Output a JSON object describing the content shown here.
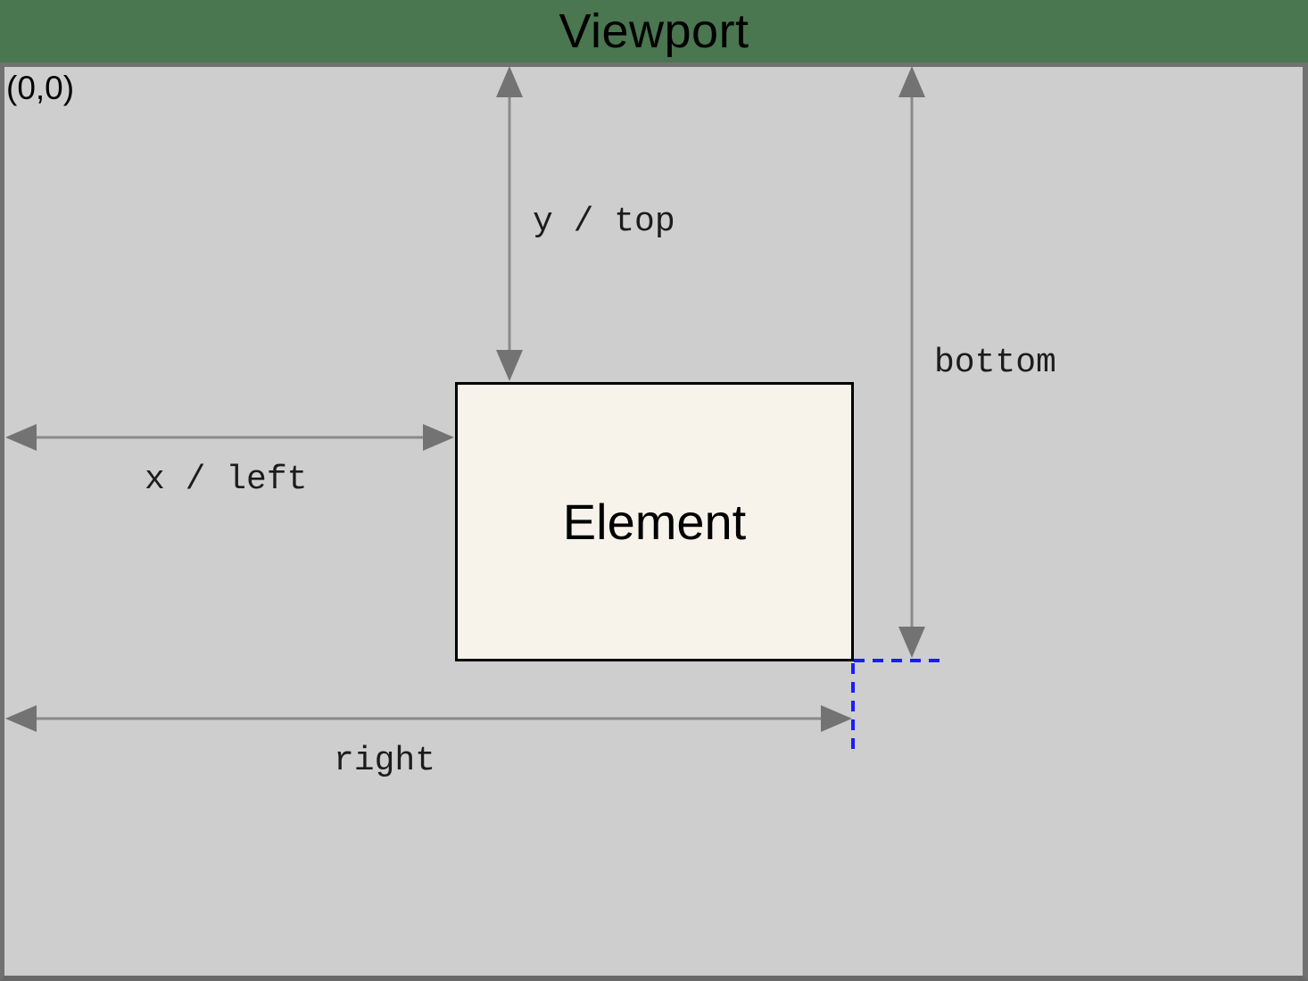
{
  "title": "Viewport",
  "origin_label": "(0,0)",
  "element": {
    "label": "Element"
  },
  "measurements": {
    "y_top": "y / top",
    "x_left": "x / left",
    "bottom": "bottom",
    "right": "right"
  },
  "colors": {
    "page_green": "#4a7650",
    "viewport_gray": "#cecece",
    "viewport_border": "#717171",
    "viewport_border_bottom": "#686868",
    "arrow_line": "#8a8a8a",
    "arrow_head": "#737373",
    "element_fill": "#f7f3ea",
    "element_border": "#000000",
    "guide_blue": "#1b1bff",
    "label_color": "#1c1c1c",
    "title_color": "#000000"
  }
}
